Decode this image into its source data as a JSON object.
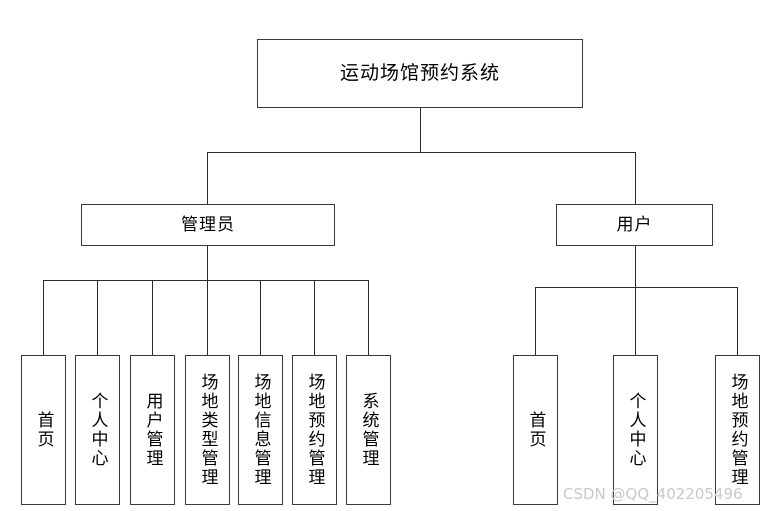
{
  "diagram": {
    "title": "运动场馆预约系统",
    "type": "system-function-structure-tree",
    "root": {
      "label": "运动场馆预约系统"
    },
    "branches": [
      {
        "id": "admin",
        "label": "管理员",
        "leaves": [
          {
            "label": "首页"
          },
          {
            "label": "个人中心"
          },
          {
            "label": "用户管理"
          },
          {
            "label": "场地类型管理"
          },
          {
            "label": "场地信息管理"
          },
          {
            "label": "场地预约管理"
          },
          {
            "label": "系统管理"
          }
        ]
      },
      {
        "id": "user",
        "label": "用户",
        "leaves": [
          {
            "label": "首页"
          },
          {
            "label": "个人中心"
          },
          {
            "label": "场地预约管理"
          }
        ]
      }
    ],
    "watermark": "CSDN @QQ_402205496",
    "colors": {
      "box_border": "#3a3a3a",
      "box_fill": "#ffffff",
      "line": "#2b2b2b",
      "text": "#000000",
      "watermark": "#c9c9c9",
      "canvas": "#ffffff"
    }
  }
}
